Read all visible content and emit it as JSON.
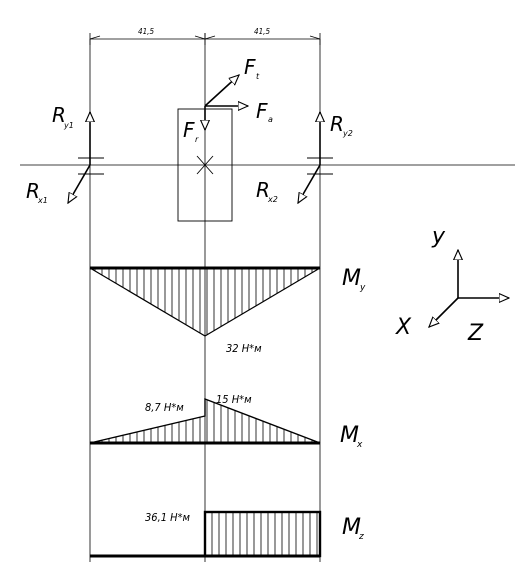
{
  "dimensions": {
    "left": "41,5",
    "right": "41,5"
  },
  "forces": {
    "ft": "F",
    "ft_sub": "t",
    "fa": "F",
    "fa_sub": "a",
    "fr": "F",
    "fr_sub": "r"
  },
  "reactions": {
    "ry1": "R",
    "ry1_sub": "y1",
    "ry2": "R",
    "ry2_sub": "y2",
    "rx1": "R",
    "rx1_sub": "x1",
    "rx2": "R",
    "rx2_sub": "x2"
  },
  "axes": {
    "y": "y",
    "x": "X",
    "z": "Z"
  },
  "diagrams": {
    "my": {
      "label": "M",
      "sub": "y",
      "value": "32 Н*м"
    },
    "mx": {
      "label": "M",
      "sub": "x",
      "value_left": "8,7 Н*м",
      "value_right": "15 Н*м"
    },
    "mz": {
      "label": "M",
      "sub": "z",
      "value": "36,1 Н*м"
    }
  }
}
